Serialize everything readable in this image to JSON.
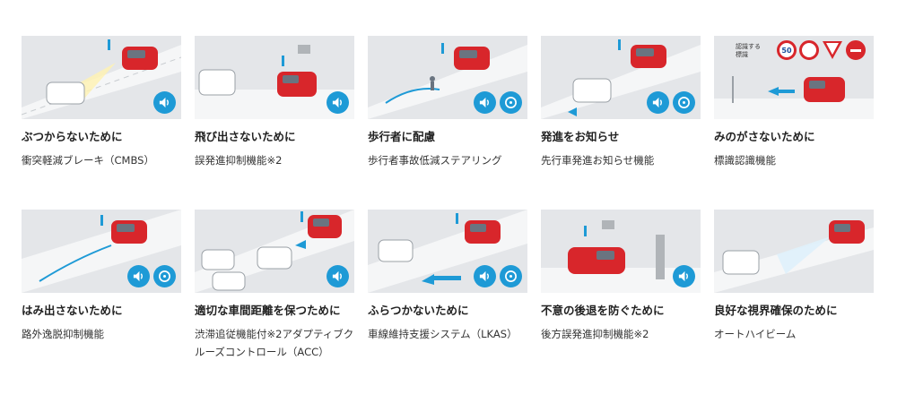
{
  "features": [
    {
      "title": "ぶつからないために",
      "desc": "衝突軽減ブレーキ（CMBS）",
      "badges": [
        "sound-icon"
      ]
    },
    {
      "title": "飛び出さないために",
      "desc": "誤発進抑制機能※2",
      "badges": [
        "sound-icon"
      ]
    },
    {
      "title": "歩行者に配慮",
      "desc": "歩行者事故低減ステアリング",
      "badges": [
        "sound-icon",
        "steering-icon"
      ]
    },
    {
      "title": "発進をお知らせ",
      "desc": "先行車発進お知らせ機能",
      "badges": [
        "sound-icon",
        "steering-icon"
      ]
    },
    {
      "title": "みのがさないために",
      "desc": "標識認識機能",
      "badges": [],
      "sign_label": "認識する\n標識",
      "sign_speed": "50"
    },
    {
      "title": "はみ出さないために",
      "desc": "路外逸脱抑制機能",
      "badges": [
        "sound-icon",
        "steering-icon"
      ]
    },
    {
      "title": "適切な車間距離を保つために",
      "desc": "渋滞追従機能付※2アダプティブクルーズコントロール（ACC）",
      "badges": [
        "sound-icon"
      ]
    },
    {
      "title": "ふらつかないために",
      "desc": "車線維持支援システム（LKAS）",
      "badges": [
        "sound-icon",
        "steering-icon"
      ]
    },
    {
      "title": "不意の後退を防ぐために",
      "desc": "後方誤発進抑制機能※2",
      "badges": [
        "sound-icon"
      ]
    },
    {
      "title": "良好な視界確保のために",
      "desc": "オートハイビーム",
      "badges": []
    }
  ],
  "colors": {
    "accent": "#1e9ad6",
    "car": "#d8262b",
    "panel": "#e4e6e9",
    "road": "#f4f5f6"
  }
}
